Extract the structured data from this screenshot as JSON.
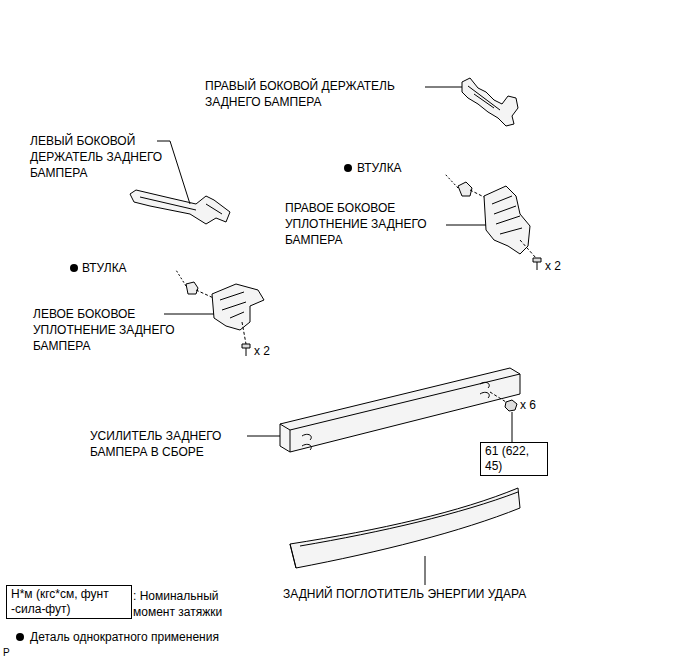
{
  "diagram": {
    "nodes": [
      {
        "text": [
          "61 (622, 45)"
        ]
      },
      {
        "text": [
          "Н*м (кгс*см, фунт -сила-фут)"
        ]
      }
    ],
    "labels": [
      "ПРАВЫЙ БОКОВОЙ ДЕРЖАТЕЛЬ ЗАДНЕГО БАМПЕРА",
      "ЛЕВЫЙ БОКОВОЙ ДЕРЖАТЕЛЬ ЗАДНЕГО БАМПЕРА",
      "ВТУЛКА",
      "ПРАВОЕ БОКОВОЕ УПЛОТНЕНИЕ ЗАДНЕГО БАМПЕРА",
      "x 2",
      "ВТУЛКА",
      "ЛЕВОЕ БОКОВОЕ УПЛОТНЕНИЕ ЗАДНЕГО БАМПЕРА",
      "x 2",
      "x 6",
      "УСИЛИТЕЛЬ ЗАДНЕГО БАМПЕРА В СБОРЕ",
      "ЗАДНИЙ ПОГЛОТИТЕЛЬ ЭНЕРГИИ УДАРА",
      "P"
    ],
    "legend": [
      {
        "text": ": Номинальный момент затяжки"
      },
      {
        "text": "Деталь однократного применения"
      }
    ]
  }
}
